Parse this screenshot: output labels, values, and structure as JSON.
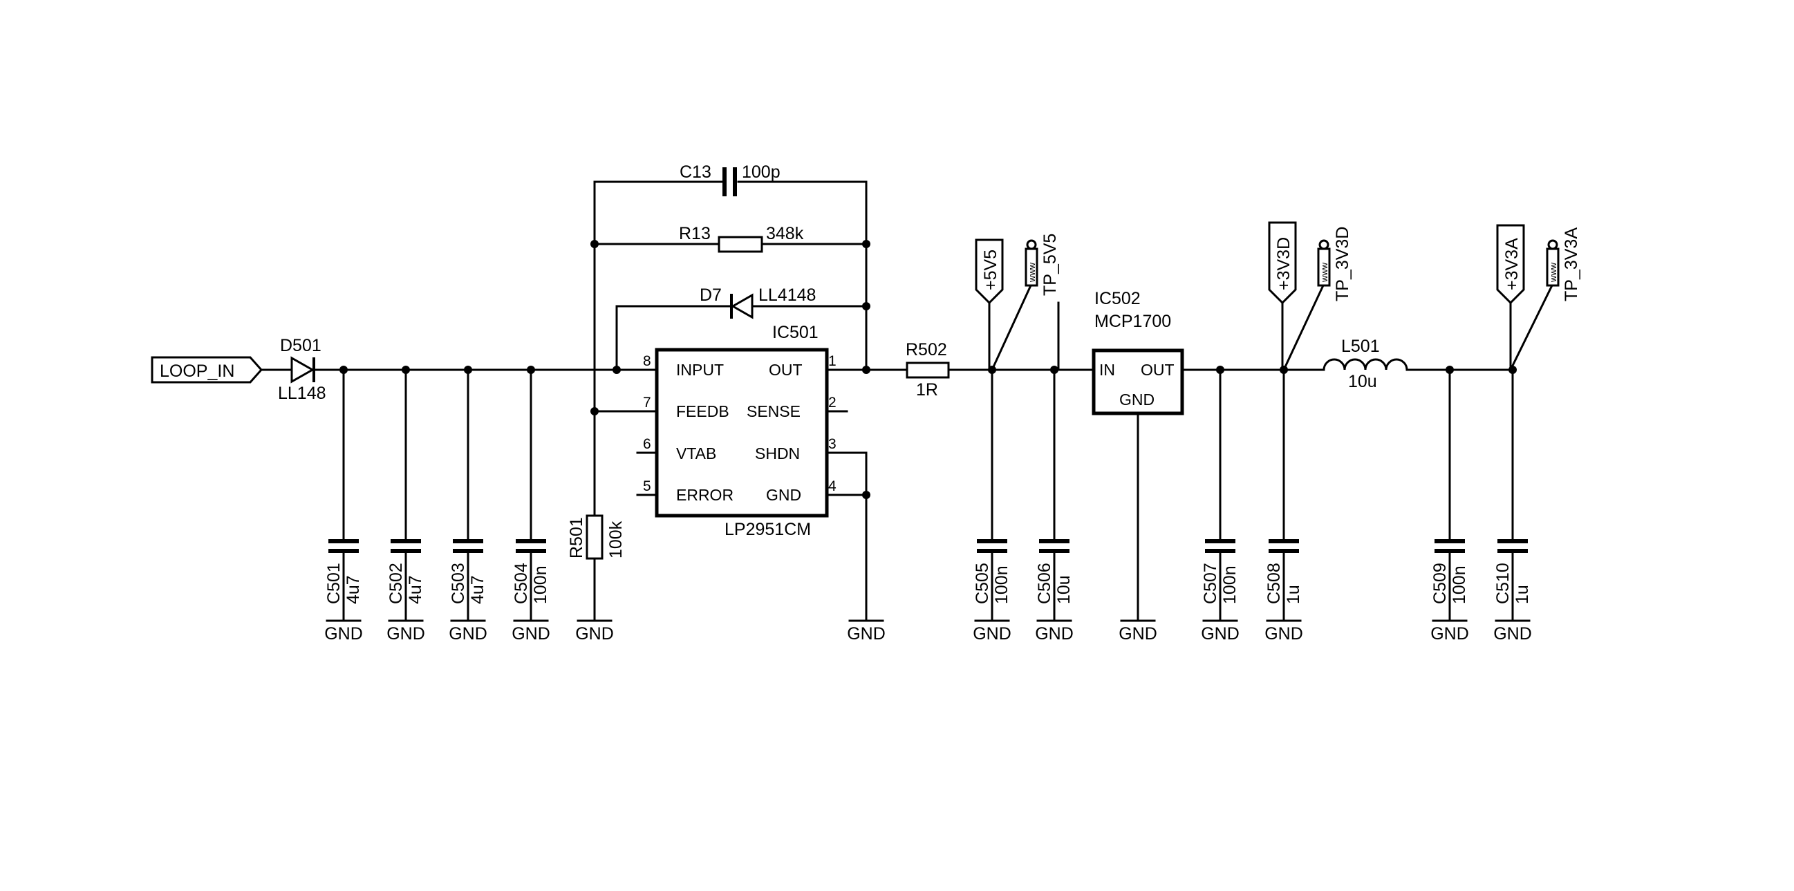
{
  "labels": {
    "loop_in": "LOOP_IN",
    "d501_name": "D501",
    "d501_value": "LL148",
    "d7_name": "D7",
    "d7_value": "LL4148",
    "c13_name": "C13",
    "c13_value": "100p",
    "r13_name": "R13",
    "r13_value": "348k",
    "r501_name": "R501",
    "r501_value": "100k",
    "r502_name": "R502",
    "r502_value": "1R",
    "l501_name": "L501",
    "l501_value": "10u",
    "c501_name": "C501",
    "c501_value": "4u7",
    "c502_name": "C502",
    "c502_value": "4u7",
    "c503_name": "C503",
    "c503_value": "4u7",
    "c504_name": "C504",
    "c504_value": "100n",
    "c505_name": "C505",
    "c505_value": "100n",
    "c506_name": "C506",
    "c506_value": "10u",
    "c507_name": "C507",
    "c507_value": "100n",
    "c508_name": "C508",
    "c508_value": "1u",
    "c509_name": "C509",
    "c509_value": "100n",
    "c510_name": "C510",
    "c510_value": "1u",
    "gnd": "GND",
    "ic501_name": "IC501",
    "ic501_value": "LP2951CM",
    "ic501_pins": {
      "input": "INPUT",
      "out": "OUT",
      "feedb": "FEEDB",
      "sense": "SENSE",
      "vtab": "VTAB",
      "shdn": "SHDN",
      "error": "ERROR",
      "gnd": "GND",
      "p1": "1",
      "p2": "2",
      "p3": "3",
      "p4": "4",
      "p5": "5",
      "p6": "6",
      "p7": "7",
      "p8": "8"
    },
    "ic502_name": "IC502",
    "ic502_value": "MCP1700",
    "ic502_pins": {
      "in": "IN",
      "out": "OUT",
      "gnd": "GND"
    },
    "rail_5v5": "+5V5",
    "tp_5v5": "TP_5V5",
    "rail_3v3d": "+3V3D",
    "tp_3v3d": "TP_3V3D",
    "rail_3v3a": "+3V3A",
    "tp_3v3a": "TP_3V3A",
    "tp_mark": "www"
  }
}
